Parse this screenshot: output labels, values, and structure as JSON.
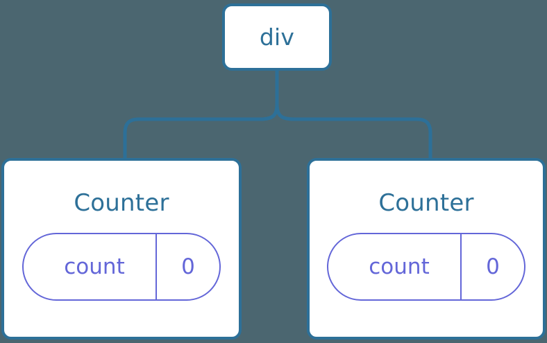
{
  "diagram": {
    "type": "component-tree",
    "background_color": "#4b6670",
    "node_border_color": "#2d7098",
    "node_text_color": "#2d7098",
    "state_color": "#6366d8",
    "connector_color": "#2d7098",
    "root": {
      "label": "div"
    },
    "children": [
      {
        "name": "Counter",
        "state": {
          "key": "count",
          "value": "0"
        }
      },
      {
        "name": "Counter",
        "state": {
          "key": "count",
          "value": "0"
        }
      }
    ]
  }
}
